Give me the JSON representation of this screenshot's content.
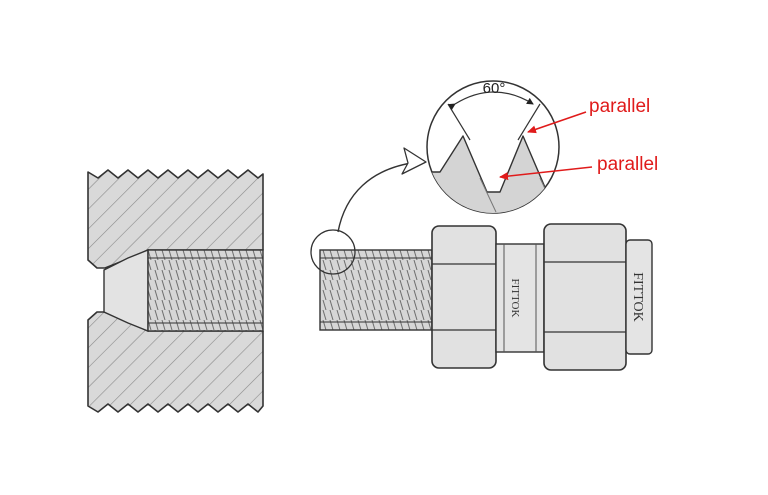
{
  "diagram": {
    "angle_label": "60°",
    "callouts": [
      {
        "text": "parallel"
      },
      {
        "text": "parallel"
      }
    ],
    "brand_marks": [
      "FITTOK",
      "FITTOK"
    ],
    "colors": {
      "outline": "#333333",
      "fill": "#d9d9d9",
      "hatch": "#8a8a8a",
      "callout": "#e01b1b",
      "background": "#ffffff"
    }
  }
}
